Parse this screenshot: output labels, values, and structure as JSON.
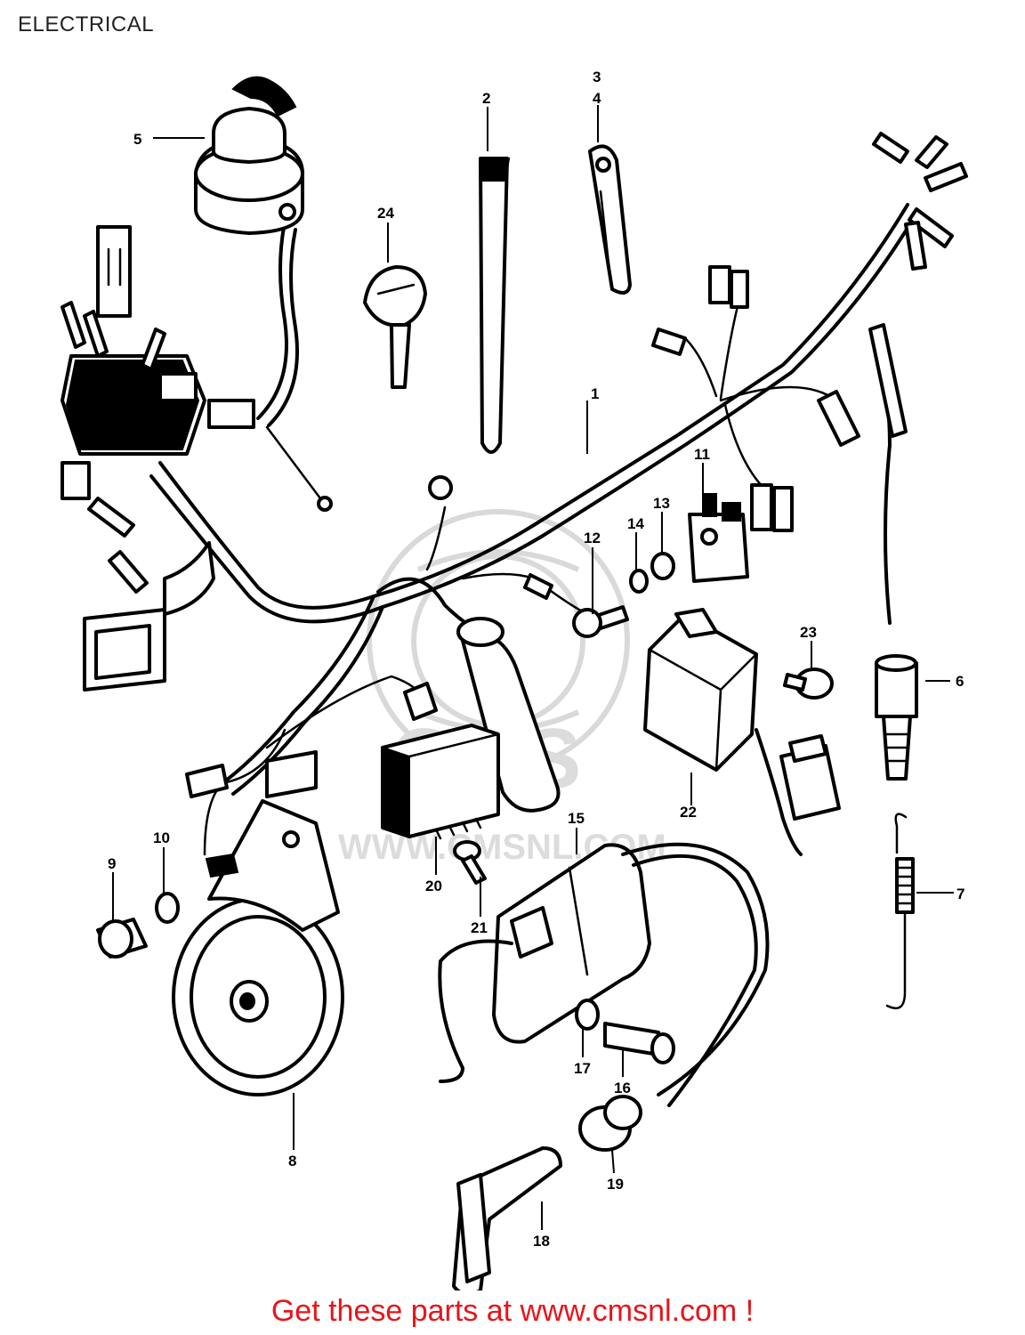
{
  "page": {
    "title": "ELECTRICAL",
    "footer": "Get these parts at www.cmsnl.com !"
  },
  "watermark": {
    "logo_text": "CMS",
    "url_text": "WWW.CMSNL.COM",
    "color": "#dcdcdc"
  },
  "colors": {
    "line": "#000000",
    "title": "#222222",
    "footer": "#e8141b"
  },
  "callouts": {
    "c1": "1",
    "c2": "2",
    "c3": "3",
    "c4": "4",
    "c5": "5",
    "c6": "6",
    "c7": "7",
    "c8": "8",
    "c9": "9",
    "c10": "10",
    "c11": "11",
    "c12": "12",
    "c13": "13",
    "c14": "14",
    "c15": "15",
    "c16": "16",
    "c17": "17",
    "c18": "18",
    "c19": "19",
    "c20": "20",
    "c21": "21",
    "c22": "22",
    "c23": "23",
    "c24": "24"
  }
}
